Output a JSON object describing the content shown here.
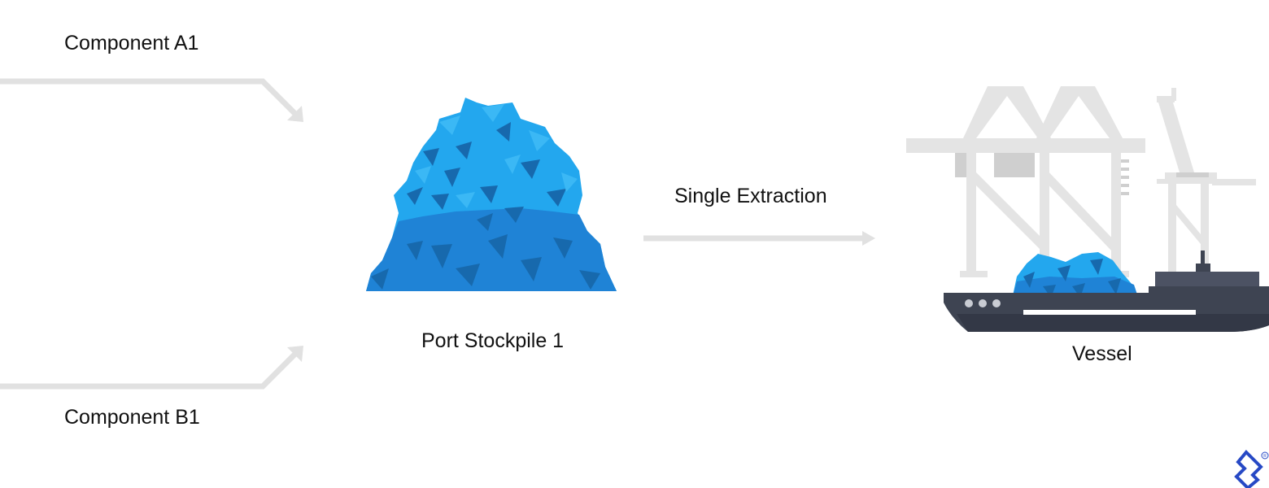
{
  "labels": {
    "component_a": "Component A1",
    "component_b": "Component B1",
    "stockpile": "Port Stockpile 1",
    "extraction": "Single Extraction",
    "vessel": "Vessel"
  },
  "icons": {
    "stockpile": "ore-pile-icon",
    "vessel": "cargo-ship-icon",
    "cranes": "port-crane-icon",
    "logo": "toptal-logo-icon"
  },
  "colors": {
    "arrow": "#e1e1e1",
    "ore_light": "#23a7ee",
    "ore_dark": "#1f83d6",
    "ore_shade": "#1769ad",
    "ship_hull": "#3e4452",
    "ship_deck": "#4c5263",
    "crane": "#e4e4e4",
    "crane_shade": "#cfcfcf",
    "logo": "#2749c5"
  }
}
